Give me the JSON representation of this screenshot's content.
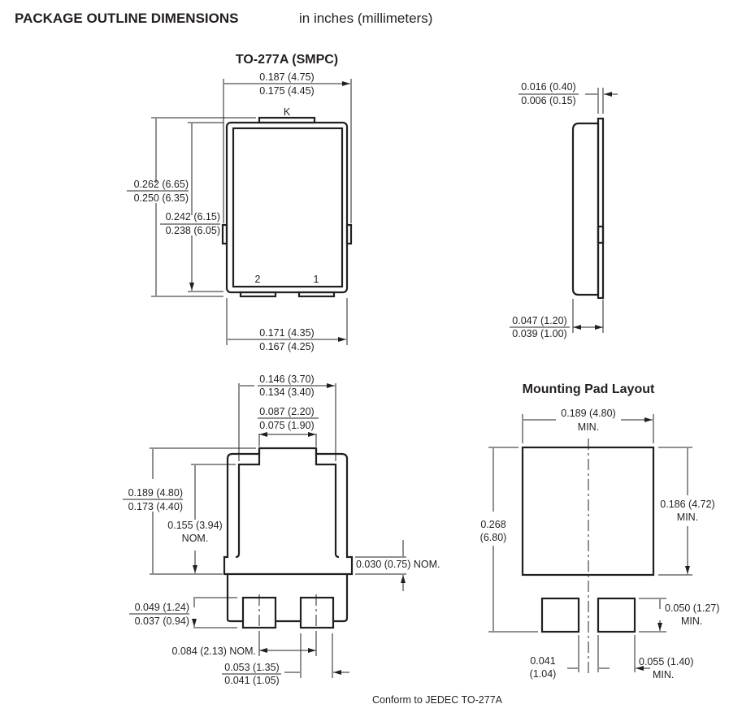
{
  "title": {
    "bold": "PACKAGE OUTLINE DIMENSIONS",
    "normal": "in inches (millimeters)"
  },
  "top_view": {
    "name": "TO-277A (SMPC)",
    "width_max": "0.187 (4.75)",
    "width_min": "0.175 (4.45)",
    "height_max": "0.262 (6.65)",
    "height_min": "0.250 (6.35)",
    "body_h_max": "0.242 (6.15)",
    "body_h_min": "0.238 (6.05)",
    "bottom_w_max": "0.171 (4.35)",
    "bottom_w_min": "0.167 (4.25)",
    "pin_k": "K",
    "pin_1": "1",
    "pin_2": "2"
  },
  "side_view": {
    "lead_max": "0.016 (0.40)",
    "lead_min": "0.006 (0.15)",
    "thick_max": "0.047 (1.20)",
    "thick_min": "0.039 (1.00)"
  },
  "bottom_view": {
    "w_max": "0.146 (3.70)",
    "w_min": "0.134 (3.40)",
    "tab_max": "0.087 (2.20)",
    "tab_min": "0.075 (1.90)",
    "h_max": "0.189 (4.80)",
    "h_min": "0.173 (4.40)",
    "pad_h_nom": "0.155 (3.94)",
    "nom": "NOM.",
    "flange": "0.030 (0.75) NOM.",
    "pin_h_max": "0.049 (1.24)",
    "pin_h_min": "0.037 (0.94)",
    "pitch": "0.084 (2.13) NOM.",
    "pin_w_max": "0.053 (1.35)",
    "pin_w_min": "0.041 (1.05)"
  },
  "pad_layout": {
    "title": "Mounting Pad Layout",
    "width": "0.189 (4.80)",
    "min": "MIN.",
    "height_a": "0.268",
    "height_b": "(6.80)",
    "pad_h": "0.186 (4.72)",
    "small_h": "0.050 (1.27)",
    "gap_a": "0.041",
    "gap_b": "(1.04)",
    "small_w": "0.055 (1.40)"
  },
  "footer": "Conform to JEDEC TO-277A"
}
